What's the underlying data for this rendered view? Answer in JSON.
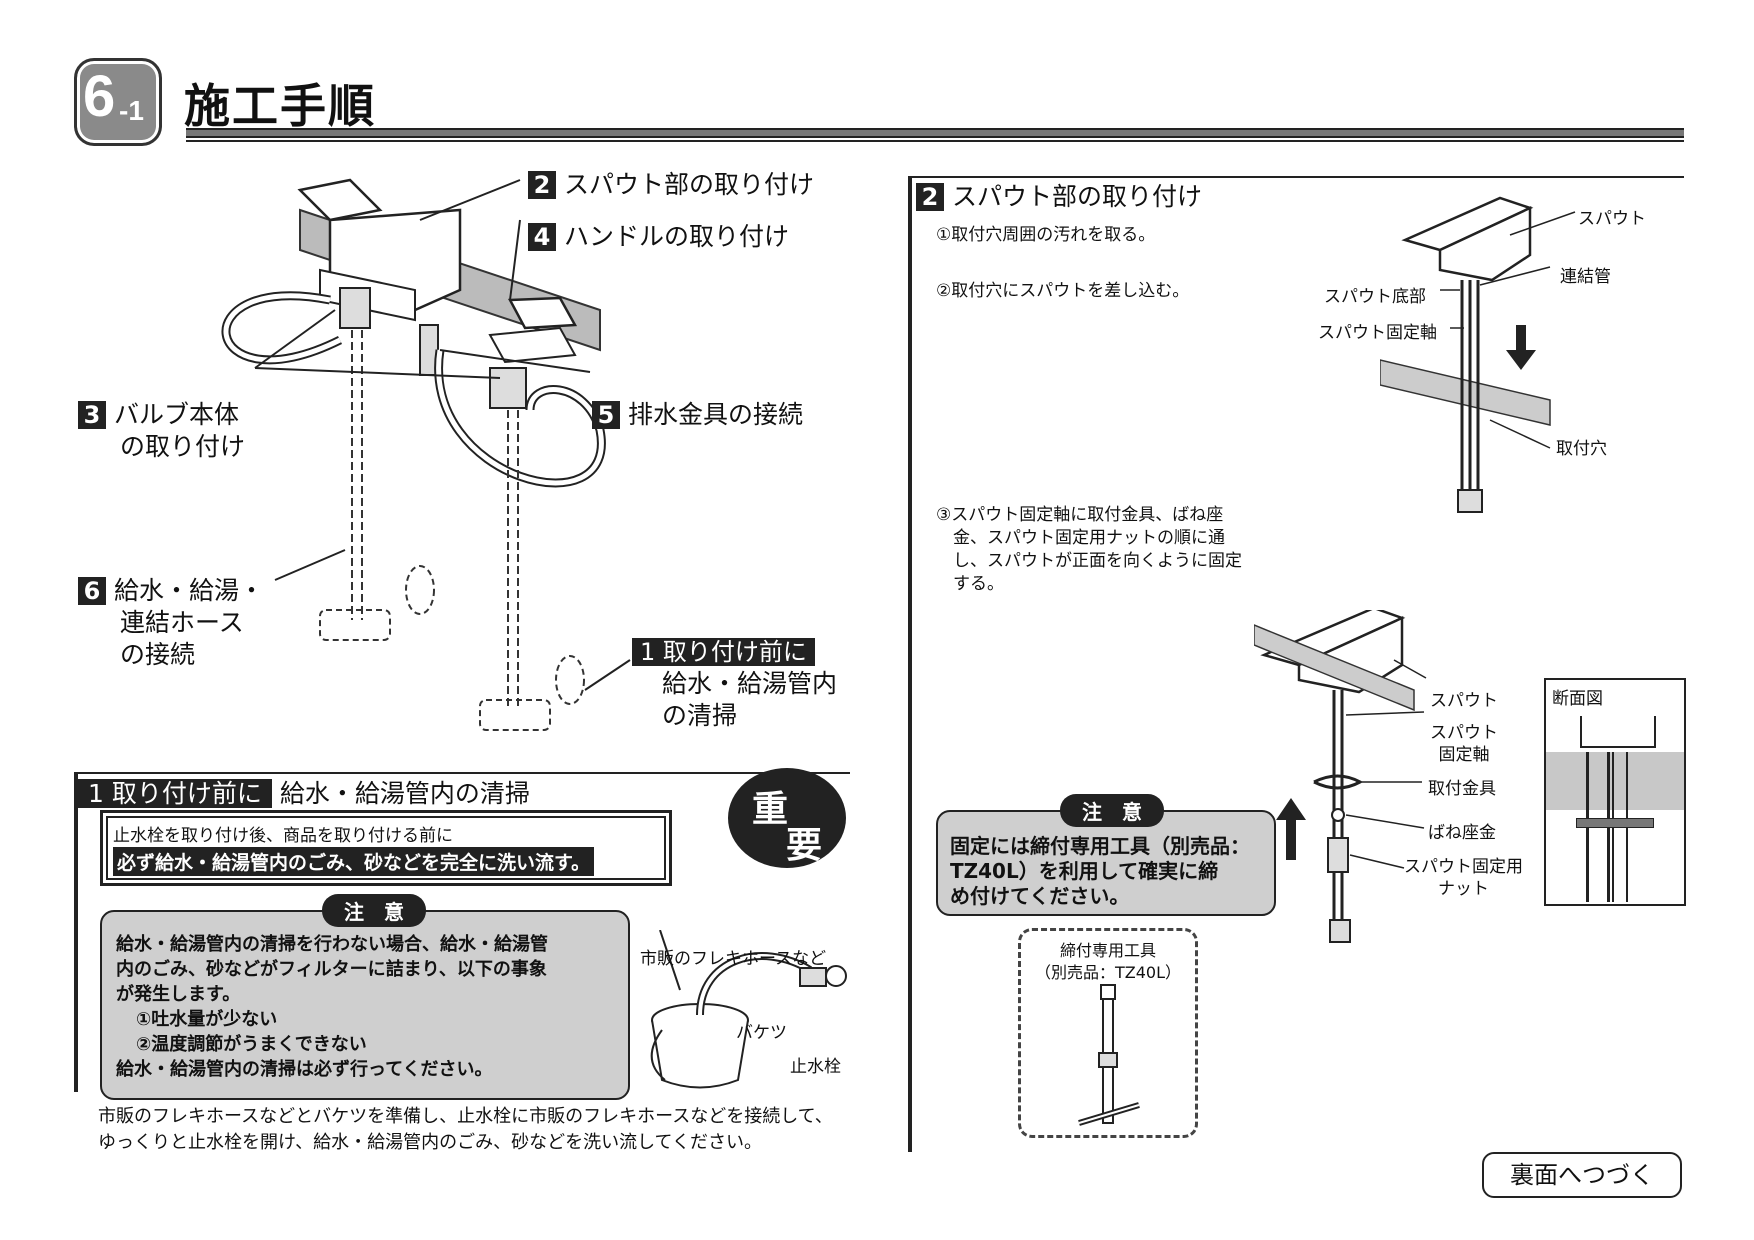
{
  "header": {
    "badge_main": "6",
    "badge_sub": "-1",
    "title": "施工手順"
  },
  "left": {
    "step2": {
      "num": "2",
      "label": "スパウト部の取り付け"
    },
    "step4": {
      "num": "4",
      "label": "ハンドルの取り付け"
    },
    "step3": {
      "num": "3",
      "label_line1": "バルブ本体",
      "label_line2": "の取り付け"
    },
    "step5": {
      "num": "5",
      "label": "排水金具の接続"
    },
    "step6": {
      "num": "6",
      "label_line1": "給水・給湯・",
      "label_line2": "連結ホース",
      "label_line3": "の接続"
    },
    "step1": {
      "num_label": "1 取り付け前に",
      "line1": "給水・給湯管内",
      "line2": "の清掃"
    }
  },
  "cleaning": {
    "header_tag": "1 取り付け前に",
    "header_text": "給水・給湯管内の清掃",
    "important_1": "重",
    "important_2": "要",
    "box_line1": "止水栓を取り付け後、商品を取り付ける前に",
    "box_line2": "必ず給水・給湯管内のごみ、砂などを完全に洗い流す。",
    "caution_title": "注　意",
    "caution_lines": [
      "給水・給湯管内の清掃を行わない場合、給水・給湯管",
      "内のごみ、砂などがフィルターに詰まり、以下の事象",
      "が発生します。",
      "①吐水量が少ない",
      "②温度調節がうまくできない",
      "給水・給湯管内の清掃は必ず行ってください。"
    ],
    "fig_hose": "市販のフレキホースなど",
    "fig_bucket": "バケツ",
    "fig_valve": "止水栓",
    "footer_line1": "市販のフレキホースなどとバケツを準備し、止水栓に市販のフレキホースなどを接続して、",
    "footer_line2": "ゆっくりと止水栓を開け、給水・給湯管内のごみ、砂などを洗い流してください。"
  },
  "right": {
    "section_num": "2",
    "section_title": "スパウト部の取り付け",
    "instr1": "①取付穴周囲の汚れを取る。",
    "instr2": "②取付穴にスパウトを差し込む。",
    "instr3_lines": [
      "③スパウト固定軸に取付金具、ばね座",
      "　金、スパウト固定用ナットの順に通",
      "　し、スパウトが正面を向くように固定",
      "　する。"
    ],
    "fig1": {
      "spout": "スパウト",
      "connector": "連結管",
      "spout_bottom": "スパウト底部",
      "spout_shaft": "スパウト固定軸",
      "hole": "取付穴"
    },
    "fig2": {
      "spout": "スパウト",
      "shaft_1": "スパウト",
      "shaft_2": "固定軸",
      "bracket": "取付金具",
      "spring_washer": "ばね座金",
      "nut_1": "スパウト固定用",
      "nut_2": "ナット",
      "section_view": "断面図"
    },
    "caution_title": "注　意",
    "caution_lines": [
      "固定には締付専用工具（別売品：",
      "TZ40L）を利用して確実に締",
      "め付けてください。"
    ],
    "tool_line1": "締付専用工具",
    "tool_line2": "（別売品：TZ40L）",
    "continue": "裏面へつづく"
  }
}
